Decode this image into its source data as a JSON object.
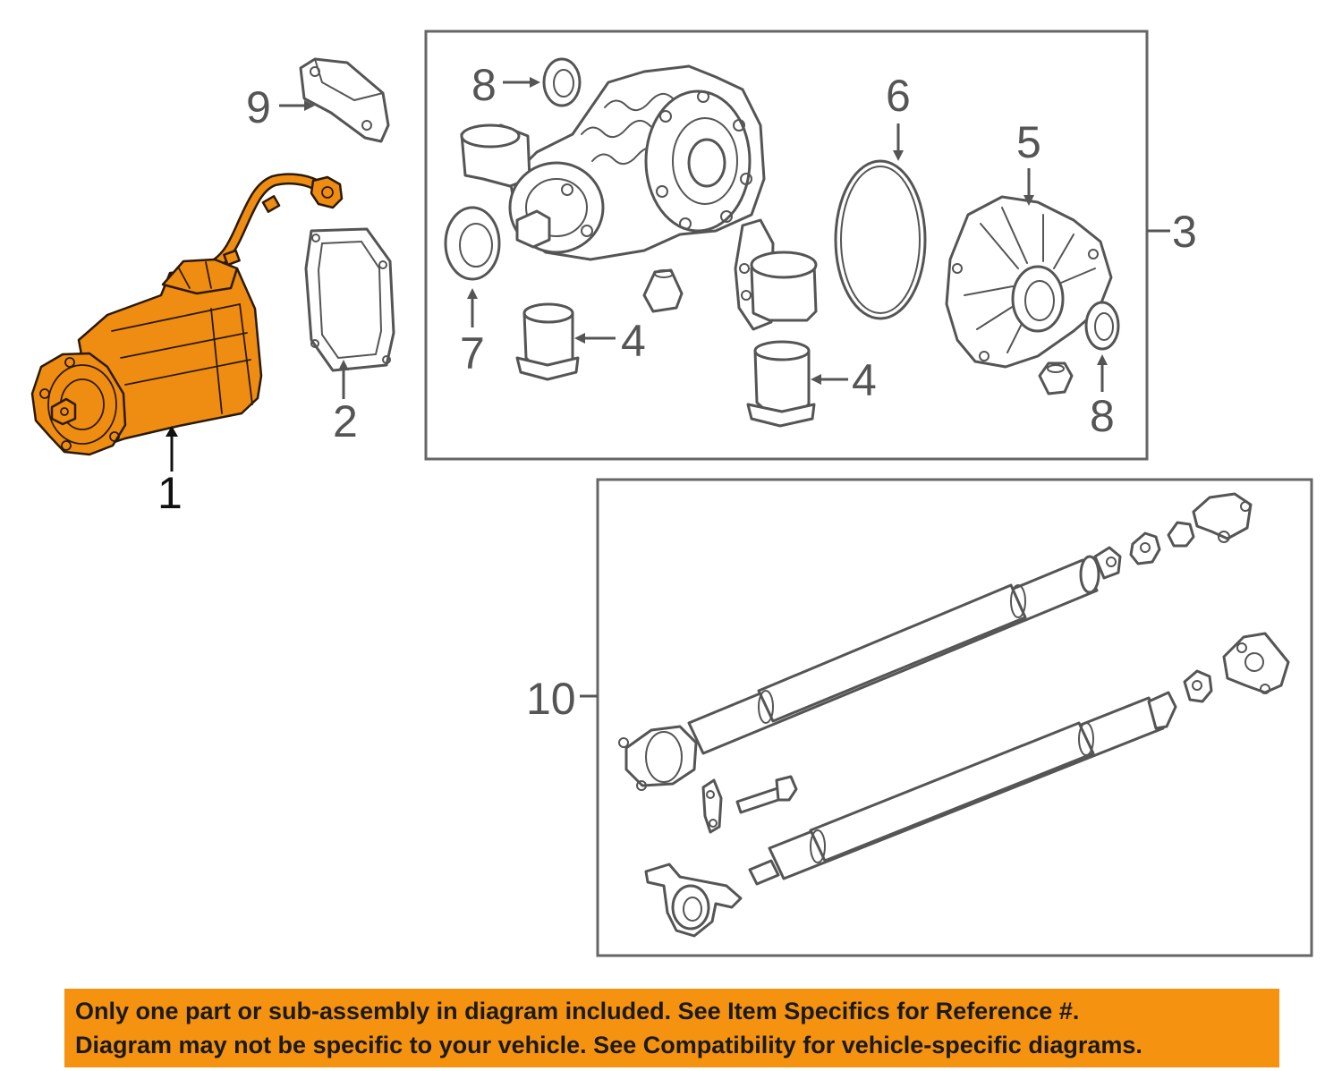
{
  "callouts": {
    "part_1": "1",
    "part_2": "2",
    "part_3": "3",
    "part_4_a": "4",
    "part_4_b": "4",
    "part_5": "5",
    "part_6": "6",
    "part_7": "7",
    "part_8_a": "8",
    "part_8_b": "8",
    "part_9": "9",
    "part_10": "10"
  },
  "highlight_color": "#ef8c12",
  "banner_color": "#f5920f",
  "disclaimer": {
    "line1": "Only one part or sub-assembly in diagram included. See Item Specifics for Reference #.",
    "line2": "Diagram may not be specific to your vehicle. See Compatibility for vehicle-specific diagrams."
  }
}
